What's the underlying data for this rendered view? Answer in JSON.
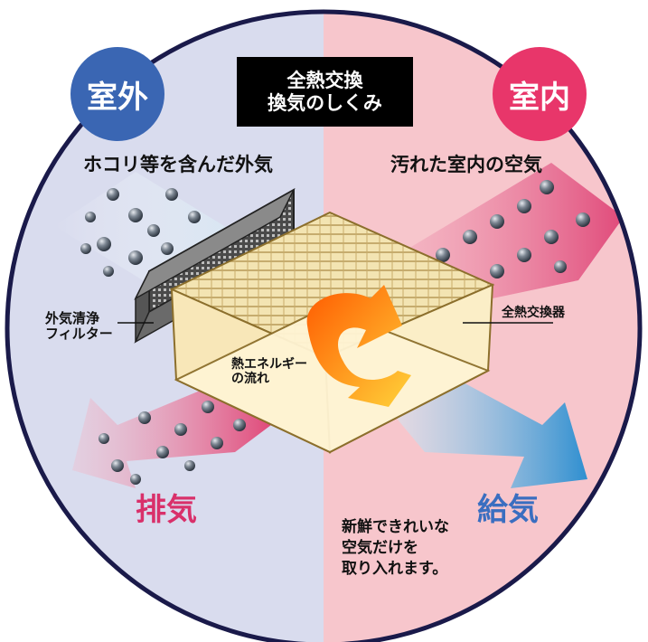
{
  "title": {
    "line1": "全熱交換",
    "line2": "換気のしくみ"
  },
  "outdoor_badge": "室外",
  "indoor_badge": "室内",
  "outdoor_air_label": "ホコリ等を含んだ外気",
  "indoor_air_label": "汚れた室内の空気",
  "filter_label": {
    "line1": "外気清浄",
    "line2": "フィルター"
  },
  "exchanger_label": "全熱交換器",
  "heat_flow_label": {
    "line1": "熱エネルギー",
    "line2": "の流れ"
  },
  "exhaust_label": "排気",
  "supply_label": "給気",
  "supply_note": {
    "line1": "新鮮できれいな",
    "line2": "空気だけを",
    "line3": "取り入れます。"
  },
  "colors": {
    "outdoor_bg": "#d9dcee",
    "indoor_bg": "#f7c6cc",
    "outdoor_badge": "#3a66b3",
    "indoor_badge": "#e8366a",
    "exhaust_text": "#d9306a",
    "supply_text": "#3a6ec0",
    "title_bg": "#000000"
  }
}
